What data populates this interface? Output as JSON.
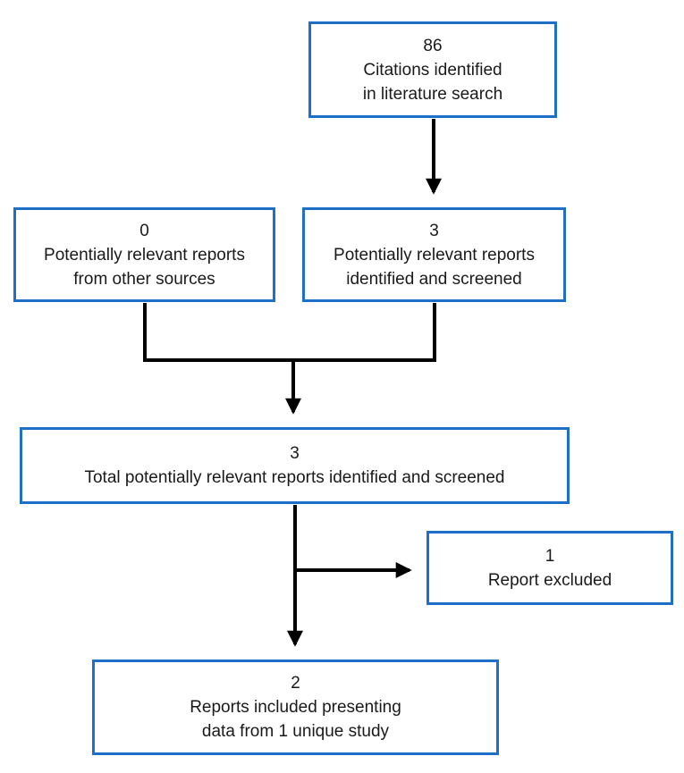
{
  "colors": {
    "box_border": "#1E6FC8",
    "arrow": "#000000",
    "text": "#1a1a1a",
    "bg": "#ffffff"
  },
  "boxes": [
    {
      "id": "citations",
      "count": "86",
      "label": "Citations identified\nin literature search"
    },
    {
      "id": "other-sources",
      "count": "0",
      "label": "Potentially relevant reports\nfrom other sources"
    },
    {
      "id": "identified-screened",
      "count": "3",
      "label": "Potentially relevant reports\nidentified and screened"
    },
    {
      "id": "total-screened",
      "count": "3",
      "label": "Total potentially relevant reports identified and screened"
    },
    {
      "id": "report-excluded",
      "count": "1",
      "label": "Report excluded"
    },
    {
      "id": "reports-included",
      "count": "2",
      "label": "Reports included presenting\ndata from 1 unique study"
    }
  ]
}
